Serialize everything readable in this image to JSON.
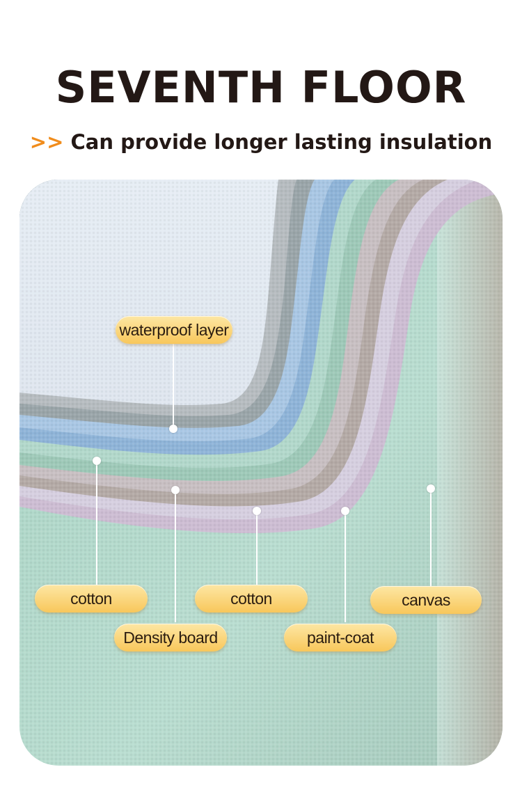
{
  "header": {
    "title": "SEVENTH FLOOR",
    "subtitle_arrows": ">>",
    "subtitle_text": "Can provide longer lasting insulation"
  },
  "labels": {
    "waterproof": "waterproof layer",
    "cotton_left": "cotton",
    "density_board": "Density board",
    "cotton_middle": "cotton",
    "paint_coat": "paint-coat",
    "canvas": "canvas"
  },
  "colors": {
    "title": "#231815",
    "accent_arrows": "#f08c1c",
    "label_fill": "#f8c75b"
  }
}
